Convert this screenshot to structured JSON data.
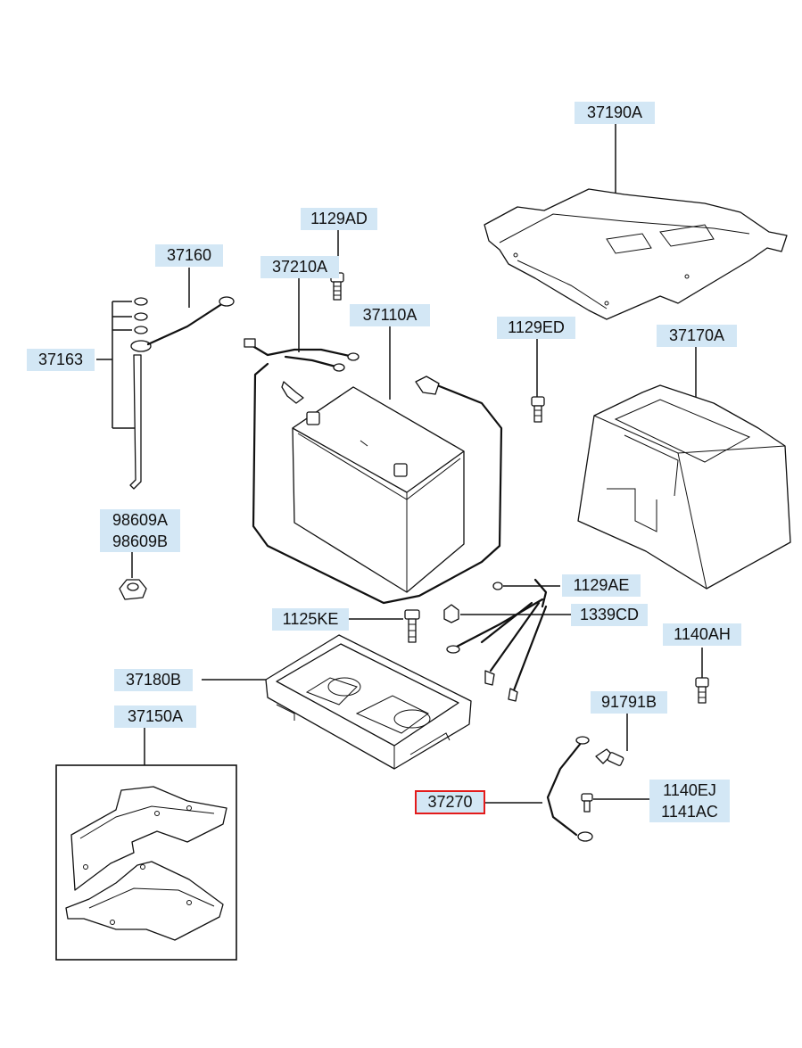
{
  "labels": {
    "l37190A": "37190A",
    "l1129AD": "1129AD",
    "l37160": "37160",
    "l37210A": "37210A",
    "l37110A": "37110A",
    "l1129ED": "1129ED",
    "l37170A": "37170A",
    "l37163": "37163",
    "l98609A": "98609A",
    "l98609B": "98609B",
    "l1129AE": "1129AE",
    "l1125KE": "1125KE",
    "l1339CD": "1339CD",
    "l1140AH": "1140AH",
    "l37180B": "37180B",
    "l37150A": "37150A",
    "l91791B": "91791B",
    "l1140EJ": "1140EJ",
    "l1141AC": "1141AC",
    "l37270": "37270"
  },
  "selected_part": "37270",
  "colors": {
    "label_bg": "#d3e7f5",
    "highlight": "#e31b1b",
    "line": "#111111"
  }
}
